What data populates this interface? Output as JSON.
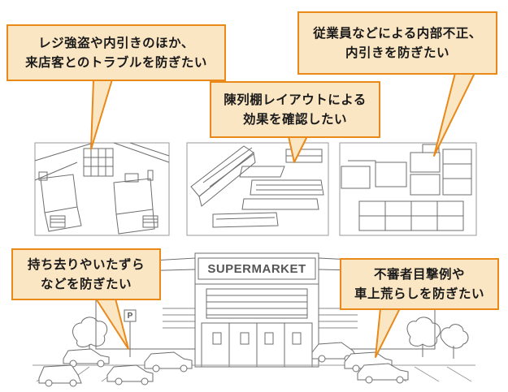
{
  "colors": {
    "callout_fill": "#fbe6c4",
    "callout_border": "#e8891a",
    "line_art": "#6e6e6e",
    "text": "#1a1a1a"
  },
  "callouts": {
    "register": {
      "line1": "レジ強盗や内引きのほか、",
      "line2": "来店客とのトラブルを防ぎたい"
    },
    "layout": {
      "line1": "陳列棚レイアウトによる",
      "line2": "効果を確認したい"
    },
    "staff": {
      "line1": "従業員などによる内部不正、",
      "line2": "内引きを防ぎたい"
    },
    "parking": {
      "line1": "持ち去りやいたずら",
      "line2": "などを防ぎたい"
    },
    "vehicle": {
      "line1": "不審者目撃例や",
      "line2": "車上荒らしを防ぎたい"
    }
  },
  "building": {
    "sign": "SUPERMARKET",
    "parking_sign": "P"
  },
  "icons": [
    "store-interior-register",
    "store-interior-shelves",
    "backyard-warehouse",
    "supermarket-building",
    "car-icon",
    "tree-icon",
    "parking-sign-icon"
  ]
}
